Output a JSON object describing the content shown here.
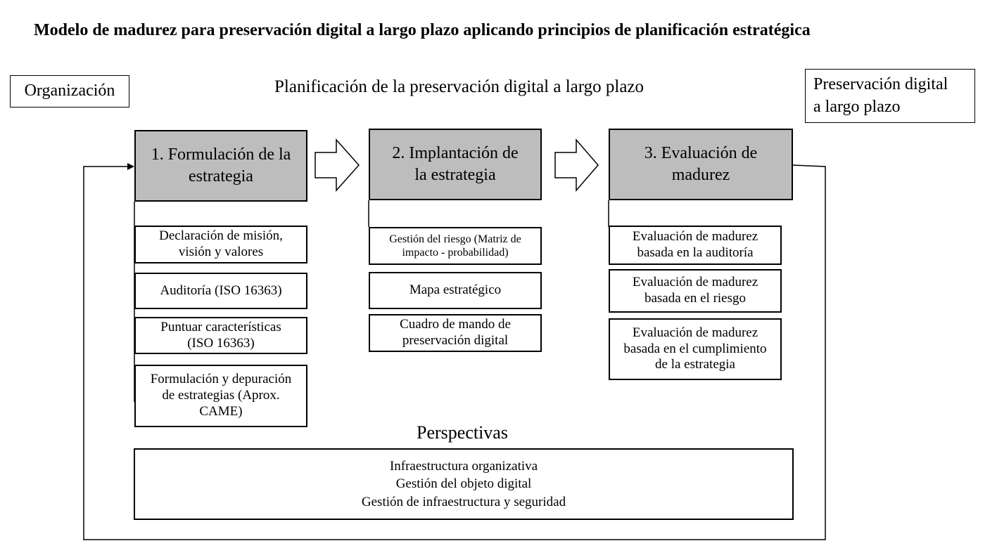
{
  "title": "Modelo de madurez para preservación digital a largo plazo aplicando principios de planificación estratégica",
  "organization_label": "Organización",
  "center_title": "Planificación de la preservación digital a largo plazo",
  "preservation_label": {
    "line1": "Preservación digital",
    "line2": "a largo plazo"
  },
  "phases": [
    {
      "header": {
        "line1": "1. Formulación de la",
        "line2": "estrategia"
      },
      "items": [
        {
          "line1": "Declaración de misión,",
          "line2": "visión y valores"
        },
        {
          "line1": "Auditoría (ISO 16363)"
        },
        {
          "line1": "Puntuar características",
          "line2": "(ISO 16363)"
        },
        {
          "line1": "Formulación y depuración",
          "line2": "de estrategias (Aprox.",
          "line3": "CAME)"
        }
      ]
    },
    {
      "header": {
        "line1": "2. Implantación de",
        "line2": "la estrategia"
      },
      "items": [
        {
          "line1": "Gestión del riesgo (Matriz de",
          "line2": "impacto -  probabilidad)"
        },
        {
          "line1": "Mapa estratégico"
        },
        {
          "line1": "Cuadro de mando de",
          "line2": "preservación digital"
        }
      ]
    },
    {
      "header": {
        "line1": "3. Evaluación de",
        "line2": "madurez"
      },
      "items": [
        {
          "line1": "Evaluación de madurez",
          "line2": "basada en la auditoría"
        },
        {
          "line1": "Evaluación de madurez",
          "line2": "basada en el riesgo"
        },
        {
          "line1": "Evaluación de madurez",
          "line2": "basada en el cumplimiento",
          "line3": "de la estrategia"
        }
      ]
    }
  ],
  "perspectives": {
    "label": "Perspectivas",
    "lines": [
      "Infraestructura organizativa",
      "Gestión del objeto digital",
      "Gestión de infraestructura y seguridad"
    ]
  },
  "colors": {
    "phase_fill": "#bdbdbd",
    "stroke": "#000000",
    "background": "#ffffff"
  }
}
